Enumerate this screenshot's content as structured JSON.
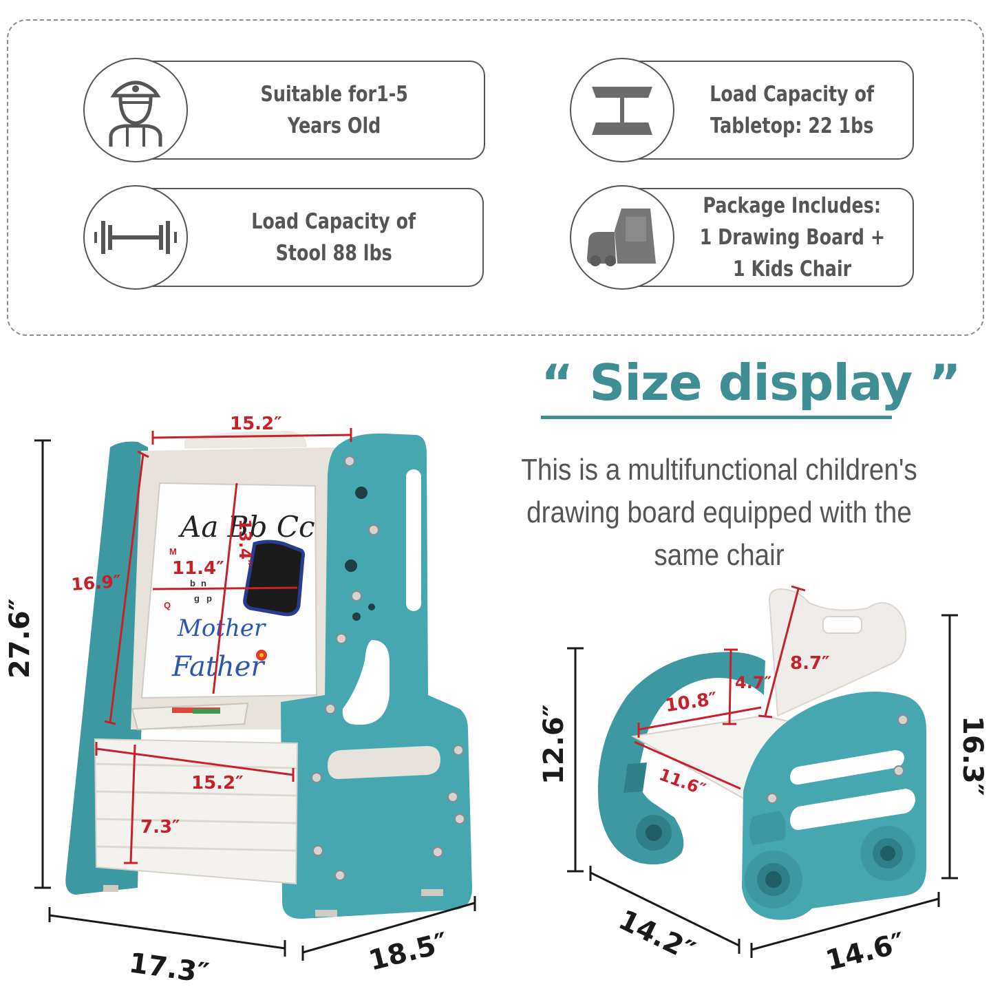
{
  "features": [
    {
      "icon": "child-icon",
      "lines": [
        "Suitable for1-5",
        "Years Old"
      ]
    },
    {
      "icon": "table-icon",
      "lines": [
        "Load Capacity of",
        "Tabletop: 22 1bs"
      ]
    },
    {
      "icon": "dumbbell-icon",
      "lines": [
        "Load Capacity of",
        "Stool 88 lbs"
      ]
    },
    {
      "icon": "easel-chair-icon",
      "lines": [
        "Package Includes:",
        "1 Drawing Board +",
        "1 Kids Chair"
      ]
    }
  ],
  "title": "“ Size display ”",
  "description": [
    "This is a multifunctional children's",
    "drawing board equipped with the",
    "same chair"
  ],
  "board_text": {
    "letters": "Aa Bb Cc",
    "word1": "Mother",
    "word2": "Father",
    "magnets": [
      "M",
      "b",
      "n",
      "g",
      "p",
      "Q"
    ]
  },
  "easel_dims": {
    "top_width": "15.2″",
    "height": "27.6″",
    "board_height": "16.9″",
    "board_inner_height": "13.4″",
    "board_inner_width": "11.4″",
    "box_width": "15.2″",
    "box_height": "7.3″",
    "base_width": "17.3″",
    "base_depth": "18.5″"
  },
  "chair_dims": {
    "back_height": "8.7″",
    "seat_height_to_back": "4.7″",
    "seat_width": "10.8″",
    "seat_depth": "11.6″",
    "seat_height": "12.6″",
    "total_height": "16.3″",
    "depth": "14.2″",
    "width": "14.6″"
  },
  "colors": {
    "teal": "#47a7b0",
    "teal_title": "#3f8e94",
    "dim_red": "#c8202a",
    "cream": "#ece8e2",
    "icon_gray": "#6b6b6b"
  }
}
